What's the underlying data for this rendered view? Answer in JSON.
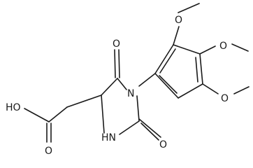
{
  "molecule": {
    "labels": {
      "o_top": "O",
      "n1": "N",
      "nh": "HN",
      "o_bottom": "O",
      "oh": "HO",
      "o_acid": "O",
      "o_ome1": "O",
      "o_ome2": "O",
      "o_ome3": "O"
    }
  }
}
